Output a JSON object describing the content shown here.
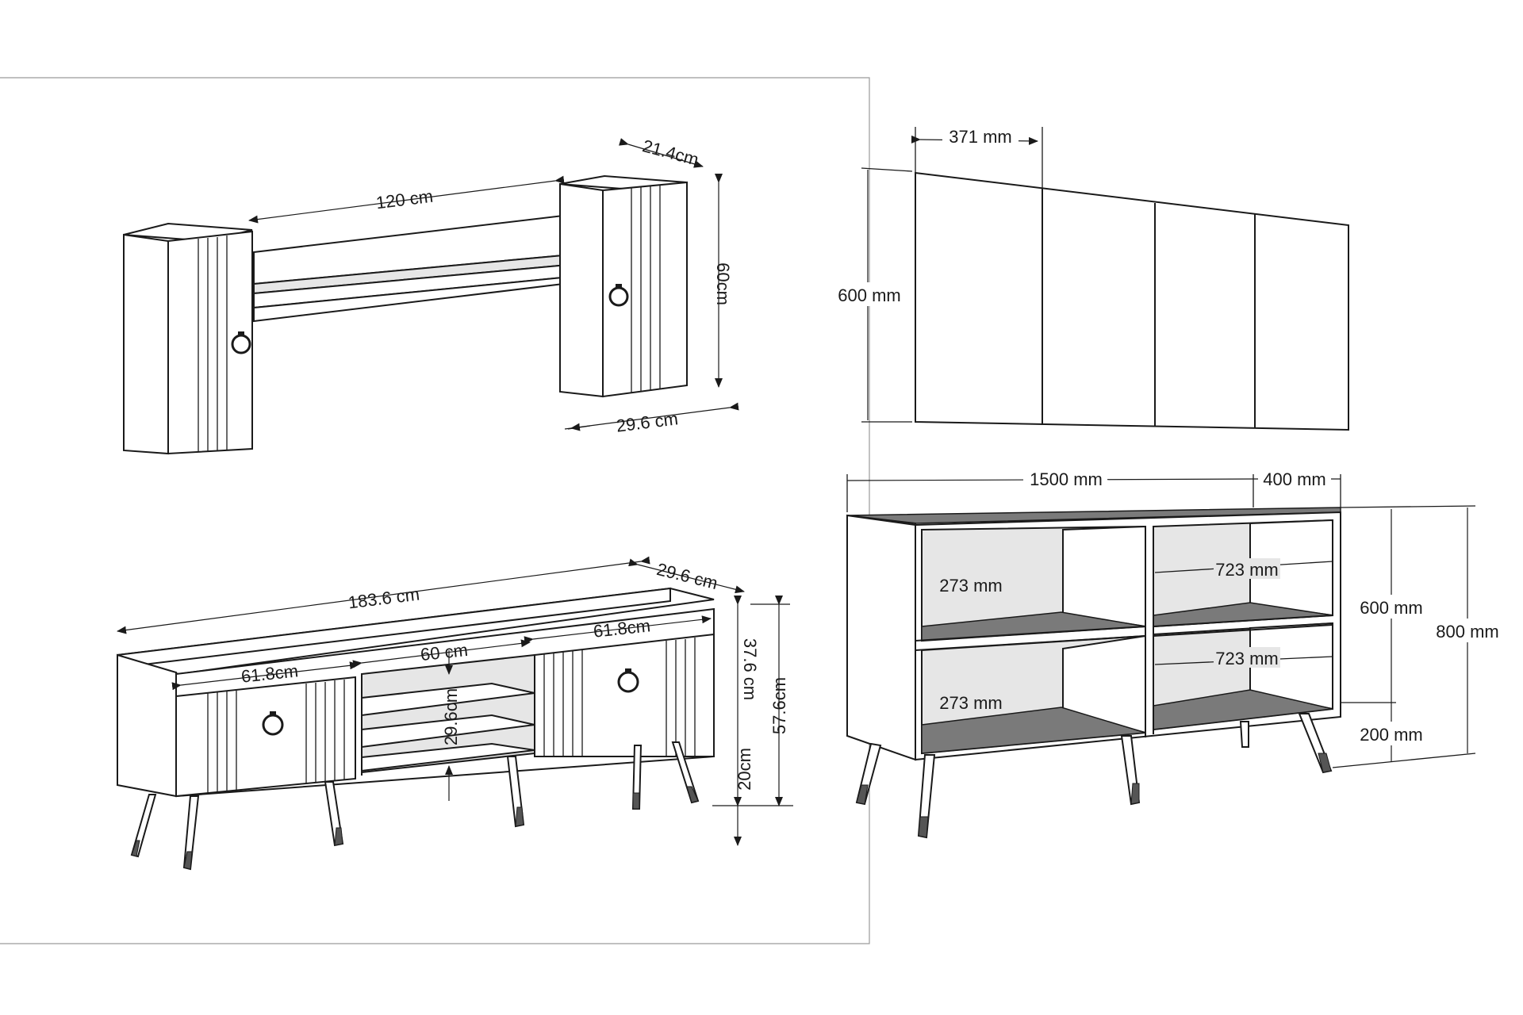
{
  "wall_unit": {
    "width": "120 cm",
    "depth": "21.4cm",
    "height": "60cm",
    "cabinet_width": "29.6 cm"
  },
  "tv_stand": {
    "length": "183.6 cm",
    "depth": "29.6 cm",
    "left_door": "61.8cm",
    "center_section": "60 cm",
    "right_door": "61.8cm",
    "shelf_height": "29.6cm",
    "body_height": "37.6 cm",
    "total_height": "57.6cm",
    "leg_height": "20cm"
  },
  "mirror": {
    "panel_width": "371 mm",
    "height": "600 mm"
  },
  "bookcase": {
    "width": "1500 mm",
    "depth": "400 mm",
    "upper_compartment_height": "273 mm",
    "lower_compartment_height": "273 mm",
    "upper_shelf_width": "723 mm",
    "lower_shelf_width": "723 mm",
    "body_height": "600 mm",
    "total_height": "800 mm",
    "leg_height": "200 mm"
  },
  "colors": {
    "line": "#1a1a1a",
    "frame": "#9a9a9a",
    "shadow": "#e6e6e6",
    "leg": "#555555"
  }
}
